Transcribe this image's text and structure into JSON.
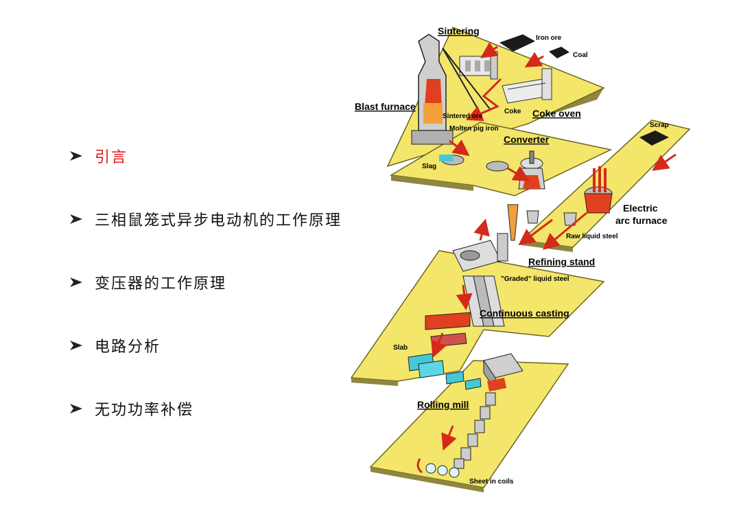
{
  "outline": {
    "items": [
      {
        "label": "引言",
        "active": true
      },
      {
        "label": "三相鼠笼式异步电动机的工作原理",
        "active": false
      },
      {
        "label": "变压器的工作原理",
        "active": false
      },
      {
        "label": "电路分析",
        "active": false
      },
      {
        "label": "无功功率补偿",
        "active": false
      }
    ]
  },
  "diagram": {
    "labels": {
      "sintering": "Sintering",
      "iron_ore": "Iron ore",
      "coal": "Coal",
      "blast_furnace": "Blast furnace",
      "sintered_ore": "Sintered ore",
      "coke": "Coke",
      "coke_oven": "Coke oven",
      "molten_pig_iron": "Molten pig iron",
      "converter": "Converter",
      "scrap": "Scrap",
      "slag": "Slag",
      "electric_arc_furnace_1": "Electric",
      "electric_arc_furnace_2": "arc furnace",
      "raw_liquid_steel": "Raw liquid steel",
      "refining_stand": "Refining stand",
      "graded_liquid_steel": "\"Graded\" liquid steel",
      "continuous_casting": "Continuous casting",
      "slab": "Slab",
      "rolling_mill": "Rolling mill",
      "sheet_in_coils": "Sheet in coils"
    },
    "colors": {
      "platform": "#f3e66a",
      "platform_edge": "#6b6420",
      "arrow": "#d42a1a",
      "molten": "#e04020",
      "slab": "#44c8d8",
      "raw_material": "#1a1a1a"
    }
  }
}
